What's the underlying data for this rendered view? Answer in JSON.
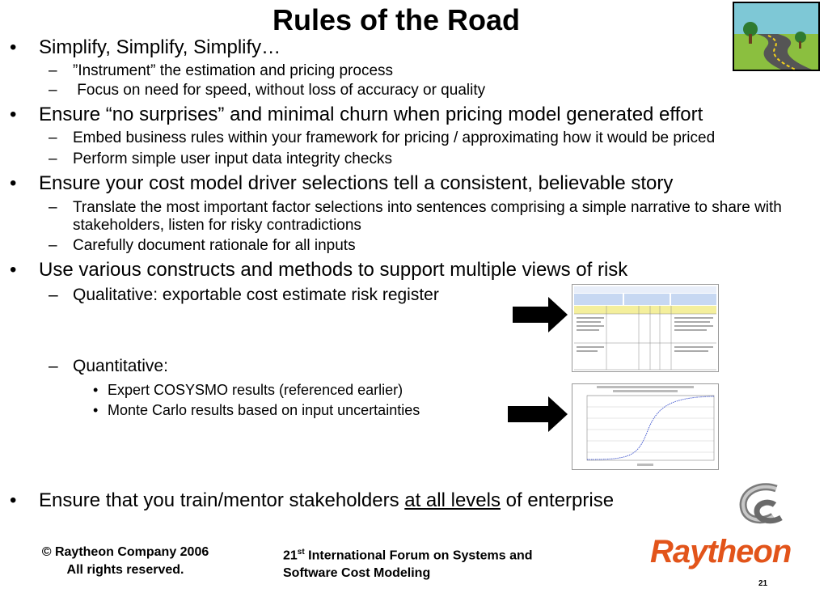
{
  "title": "Rules of the Road",
  "bullets": {
    "b1": "Simplify, Simplify, Simplify…",
    "b1_s1": "”Instrument” the estimation and pricing process",
    "b1_s2": " Focus on need for speed, without loss of accuracy or quality",
    "b2": "Ensure “no surprises” and minimal churn when pricing model generated effort",
    "b2_s1": "Embed business rules within your framework for pricing / approximating how it would be priced",
    "b2_s2": "Perform simple user input data integrity checks",
    "b3": "Ensure your cost model driver selections tell a consistent, believable story",
    "b3_s1": "Translate the most important factor selections into sentences comprising a simple narrative to share with stakeholders, listen for risky contradictions",
    "b3_s2": "Carefully document rationale for all inputs",
    "b4": "Use various constructs and methods to support multiple views of risk",
    "b4_s1": "Qualitative: exportable cost estimate risk register",
    "b4_s2": "Quantitative:",
    "b4_s2_a": "Expert COSYSMO results (referenced earlier)",
    "b4_s2_b": "Monte Carlo results based on input uncertainties",
    "b5_pre": "Ensure that you train/mentor stakeholders ",
    "b5_u": "at all levels",
    "b5_post": " of enterprise"
  },
  "marks": {
    "bullet": "•",
    "dash": "–",
    "sub": "•"
  },
  "footer": {
    "copyright_line1": "© Raytheon Company 2006",
    "copyright_line2": "All rights reserved.",
    "forum_ordinal": "21",
    "forum_sup": "st",
    "forum_line1_rest": " International Forum on Systems and",
    "forum_line2": "Software Cost Modeling",
    "page": "21"
  },
  "logo": {
    "text": "Raytheon",
    "color": "#e2541a"
  },
  "icons": {
    "road": "road-clipart-icon",
    "arrow": "right-arrow-icon",
    "swirl": "swirl-logo-icon"
  }
}
